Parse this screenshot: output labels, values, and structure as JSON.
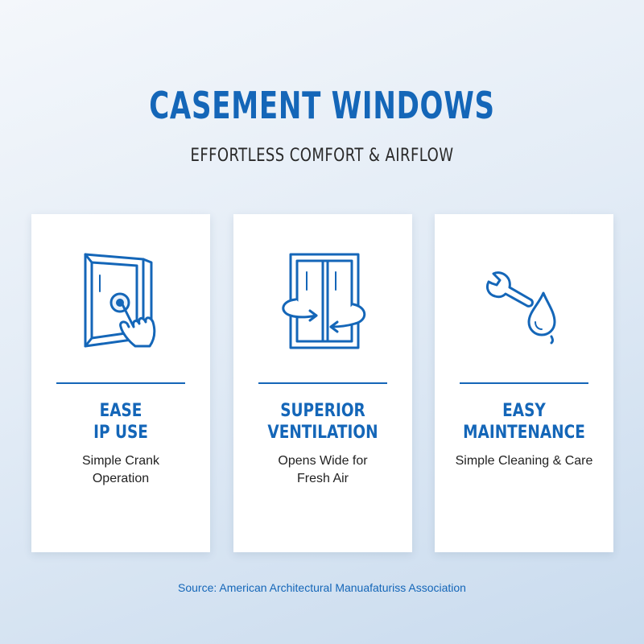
{
  "header": {
    "title": "CASEMENT WINDOWS",
    "subtitle": "EFFORTLESS COMFORT & AIRFLOW"
  },
  "cards": [
    {
      "icon": "window-touch-icon",
      "heading_lines": [
        "EASE",
        "IP USE"
      ],
      "description_lines": [
        "Simple Crank",
        "Operation"
      ]
    },
    {
      "icon": "window-airflow-icon",
      "heading_lines": [
        "SUPERIOR",
        "VENTILATION"
      ],
      "description_lines": [
        "Opens Wide for",
        "Fresh Air"
      ]
    },
    {
      "icon": "wrench-droplet-icon",
      "heading_lines": [
        "EASY",
        "MAINTENANCE"
      ],
      "description_lines": [
        "Simple Cleaning & Care"
      ]
    }
  ],
  "footer": {
    "source": "Source: American Architectural Manuafaturiss Association"
  },
  "colors": {
    "accent": "#1466b8",
    "text": "#222222",
    "card": "#ffffff"
  }
}
